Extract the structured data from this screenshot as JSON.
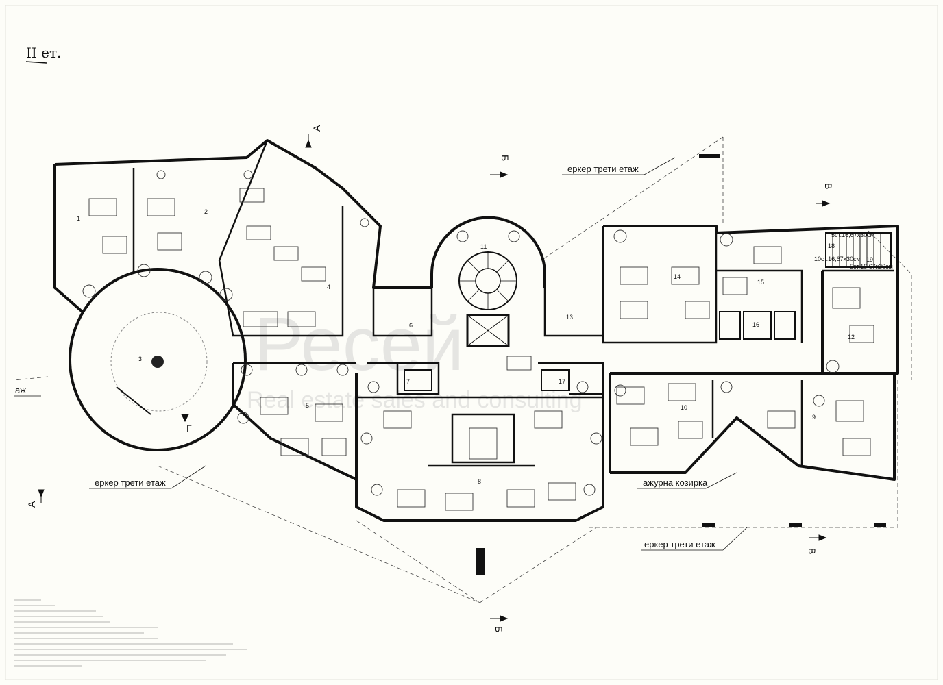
{
  "floor_label": "II ет.",
  "labels": {
    "bay_top": "еркер трети етаж",
    "bay_left": "еркер трети етаж",
    "bay_bottom": "еркер трети етаж",
    "canopy": "ажурна козирка",
    "edge_left": "аж"
  },
  "section_marks": {
    "a_top": "А",
    "a_bottom": "А",
    "b_top": "Б",
    "b_bottom": "Б",
    "v_top": "В",
    "v_bottom": "В",
    "g_mark": "Г"
  },
  "stair_notes": {
    "s1": "5ст.16,67х30см",
    "s2": "10ст.16,67х30см",
    "s3": "5ст.16,67х30см"
  },
  "rooms": [
    {
      "id": "r1",
      "number": "1"
    },
    {
      "id": "r2",
      "number": "2"
    },
    {
      "id": "r3",
      "number": "3"
    },
    {
      "id": "r4",
      "number": "4"
    },
    {
      "id": "r5",
      "number": "5"
    },
    {
      "id": "r6",
      "number": "6"
    },
    {
      "id": "r7",
      "number": "7"
    },
    {
      "id": "r8",
      "number": "8"
    },
    {
      "id": "r9",
      "number": "9"
    },
    {
      "id": "r10",
      "number": "10"
    },
    {
      "id": "r11",
      "number": "11"
    },
    {
      "id": "r12",
      "number": "12"
    },
    {
      "id": "r13",
      "number": "13"
    },
    {
      "id": "r14",
      "number": "14"
    },
    {
      "id": "r15",
      "number": "15"
    },
    {
      "id": "r16",
      "number": "16"
    },
    {
      "id": "r17",
      "number": "17"
    },
    {
      "id": "r18",
      "number": "18"
    },
    {
      "id": "r19",
      "number": "19"
    }
  ],
  "watermark": {
    "line1": "Ресей",
    "line2": "Real estate sales and consulting"
  }
}
